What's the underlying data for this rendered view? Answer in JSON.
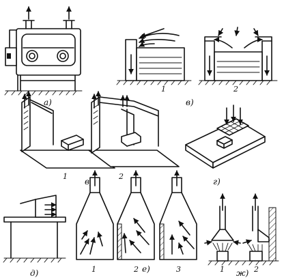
{
  "labels": {
    "a": "а)",
    "b": "в)",
    "v": "в)",
    "g": "г)",
    "d": "д)",
    "e": "е)",
    "zh": "ж)"
  },
  "numbers": {
    "b1": "1",
    "b2": "2",
    "v1": "1",
    "v2": "2",
    "e1": "1",
    "e2": "2",
    "e3": "3",
    "zh1": "1",
    "zh2": "2"
  }
}
